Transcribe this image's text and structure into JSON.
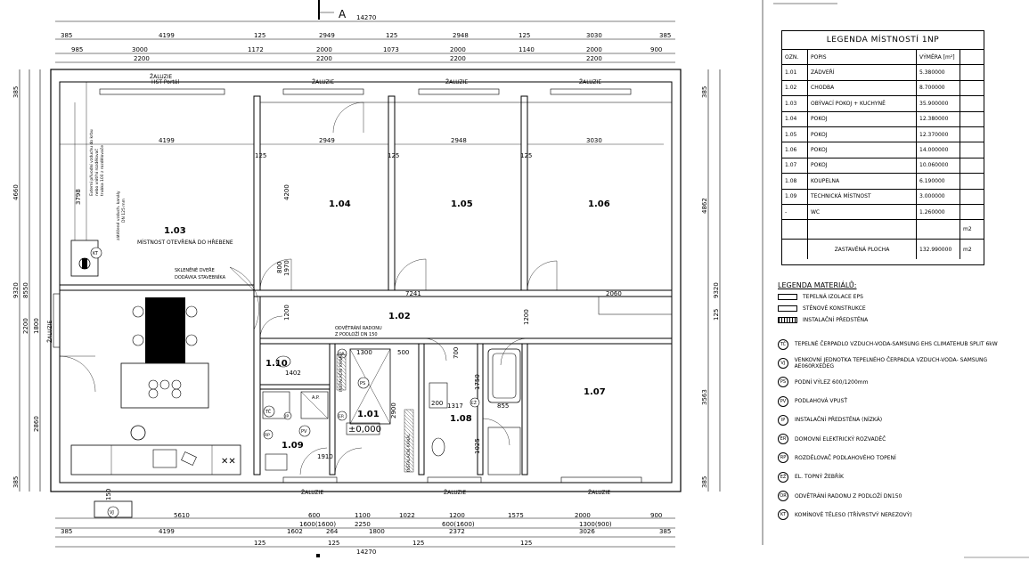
{
  "section_marker": "A",
  "dims": {
    "total_width": "14270",
    "top_row1": [
      "385",
      "4199",
      "125",
      "2949",
      "125",
      "2948",
      "125",
      "3030",
      "385"
    ],
    "top_row2": [
      "985",
      "3000",
      "1172",
      "2000",
      "1073",
      "2000",
      "1140",
      "2000",
      "900"
    ],
    "top_row3": [
      "2200",
      "2200",
      "2200",
      "2200"
    ],
    "bottom_row1": [
      "5610",
      "600",
      "1100",
      "1022",
      "1200",
      "1575",
      "2000",
      "900"
    ],
    "bottom_row2": [
      "1600(1600)",
      "600(1600)",
      "1300(900)"
    ],
    "bottom_row3": [
      "385",
      "4199",
      "1602",
      "264",
      "2250",
      "1800",
      "2372",
      "3026",
      "385"
    ],
    "bottom_row4": [
      "125",
      "125",
      "125",
      "125"
    ],
    "left": [
      "385",
      "4660",
      "9320",
      "8550",
      "1800",
      "2200",
      "2860",
      "385",
      "3798"
    ],
    "right": [
      "385",
      "4862",
      "9320",
      "125",
      "3563",
      "385"
    ],
    "interior": [
      "4199",
      "2949",
      "2948",
      "3030",
      "125",
      "125",
      "125",
      "4200",
      "7241",
      "2060",
      "1200",
      "800",
      "1970",
      "700",
      "1402",
      "1300",
      "500",
      "2900",
      "1317",
      "855",
      "200",
      "1750",
      "1025",
      "1200",
      "1910"
    ]
  },
  "rooms": [
    {
      "id": "1.03",
      "name": "MÍSTNOST OTEVŘENÁ DO HŘEBENE"
    },
    {
      "id": "1.04"
    },
    {
      "id": "1.05"
    },
    {
      "id": "1.06"
    },
    {
      "id": "1.02"
    },
    {
      "id": "1.07"
    },
    {
      "id": "1.10"
    },
    {
      "id": "1.01"
    },
    {
      "id": "1.08"
    },
    {
      "id": "1.09"
    }
  ],
  "level_mark": "±0,000",
  "labels": {
    "zaluzie": "ŽALUZIE",
    "zaluzie_portal": "ŽALUZIE",
    "hst_portal": "HST Portál",
    "glass_door": [
      "SKLENĚNÉ DVEŘE",
      "DODÁVKA STAVEBNÍKA"
    ],
    "radon_vent": [
      "ODVĚTRÁNÍ RADONU",
      "Z PODLOŽÍ DN 150"
    ],
    "chimney_note": [
      "Externí přívodní vzduchu do krbu",
      "nebo vnitřní rozdělovač",
      "trubka 100 z rozdělovače",
      "zátěžené vzduch. kanály",
      "DN 125 mm"
    ],
    "instalacni_kanal": "INSTALAČNÍ KANÁL",
    "dim_150": "150"
  },
  "symbols": {
    "tc": "TČ",
    "vj": "VJ",
    "ps": "PS",
    "pv": "PV",
    "ip": "IP",
    "er": "ER",
    "rp": "RP",
    "ez": "EŽ",
    "or": "OR",
    "kt": "KT",
    "ap": "A.P."
  },
  "legend": {
    "title": "LEGENDA MÍSTNOSTÍ 1NP",
    "headers": [
      "OZN.",
      "POPIS",
      "VÝMĚRA [m²]",
      ""
    ],
    "rows": [
      [
        "1.01",
        "ZÁDVEŘÍ",
        "5.380000",
        ""
      ],
      [
        "1.02",
        "CHODBA",
        "8.700000",
        ""
      ],
      [
        "1.03",
        "OBÝVACÍ POKOJ + KUCHYNĚ",
        "35.900000",
        ""
      ],
      [
        "1.04",
        "POKOJ",
        "12.380000",
        ""
      ],
      [
        "1.05",
        "POKOJ",
        "12.370000",
        ""
      ],
      [
        "1.06",
        "POKOJ",
        "14.000000",
        ""
      ],
      [
        "1.07",
        "POKOJ",
        "10.060000",
        ""
      ],
      [
        "1.08",
        "KOUPELNA",
        "6.190000",
        ""
      ],
      [
        "1.09",
        "TECHNICKÁ MÍSTNOST",
        "3.000000",
        ""
      ],
      [
        "-",
        "WC",
        "1.260000",
        ""
      ],
      [
        "",
        "",
        "",
        "m2"
      ],
      [
        "",
        "ZASTAVĚNÁ PLOCHA",
        "132.990000",
        "m2"
      ]
    ]
  },
  "materials": {
    "title": "LEGENDA MATERIÁLŮ:",
    "items": [
      {
        "symbol": "plain",
        "text": "TEPELNÁ IZOLACE EPS"
      },
      {
        "symbol": "plain",
        "text": "STĚNOVÉ KONSTRUKCE"
      },
      {
        "symbol": "hatch",
        "text": "INSTALAČNÍ PŘEDSTĚNA"
      }
    ]
  },
  "equipment": [
    {
      "code": "TČ",
      "text": "TEPELNÉ ČERPADLO VZDUCH-VODA-SAMSUNG EHS CLIMATEHUB SPLIT 6kW"
    },
    {
      "code": "VJ",
      "text": "VENKOVNÍ JEDNOTKA TEPELNÉHO ČERPADLA VZDUCH-VODA- SAMSUNG AE060RXEDEG"
    },
    {
      "code": "PS",
      "text": "PODNÍ VÝLEZ 600/1200mm"
    },
    {
      "code": "PV",
      "text": "PODLAHOVÁ VPUSŤ"
    },
    {
      "code": "IP",
      "text": "INSTALAČNÍ PŘEDSTĚNA (NÍZKÁ)"
    },
    {
      "code": "ER",
      "text": "DOMOVNÍ ELEKTRICKÝ ROZVADĚČ"
    },
    {
      "code": "RP",
      "text": "ROZDĚLOVAČ PODLAHOVÉHO TOPENÍ"
    },
    {
      "code": "EŽ",
      "text": "EL. TOPNÝ ŽEBŘÍK"
    },
    {
      "code": "OR",
      "text": "ODVĚTRÁNÍ RADONU Z PODLOŽÍ DN150"
    },
    {
      "code": "KT",
      "text": "KOMÍNOVÉ TĚLESO (TŘÍVRSTVÝ NEREZOVÝ)"
    }
  ],
  "colors": {
    "line": "#000000",
    "background": "#ffffff",
    "fill_dark": "#000000",
    "hatch": "#666666"
  }
}
